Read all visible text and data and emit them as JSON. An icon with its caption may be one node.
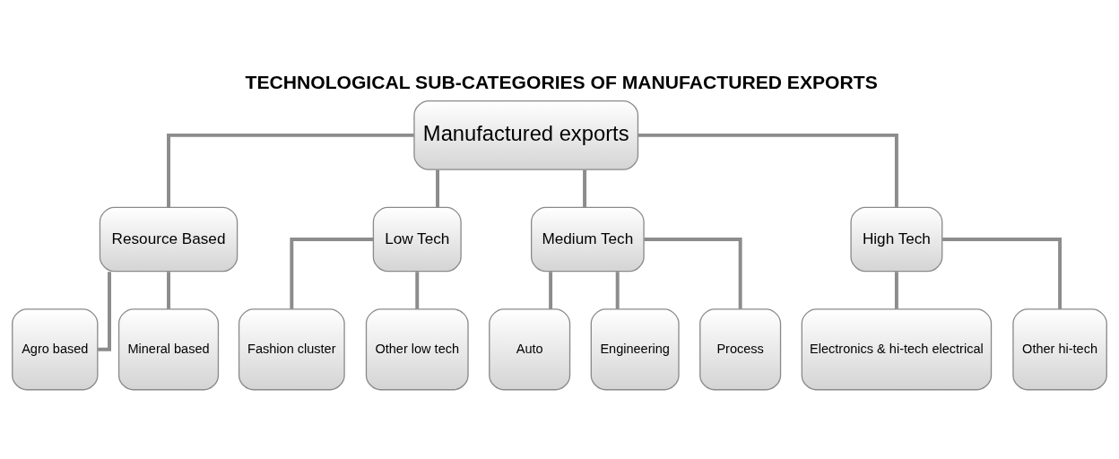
{
  "diagram": {
    "title": "TECHNOLOGICAL SUB-CATEGORIES OF MANUFACTURED EXPORTS",
    "nodes": [
      {
        "text": [
          "Manufactured exports"
        ]
      },
      {
        "text": [
          "Resource Based"
        ]
      },
      {
        "text": [
          "Low Tech"
        ]
      },
      {
        "text": [
          "Medium Tech"
        ]
      },
      {
        "text": [
          "High Tech"
        ]
      },
      {
        "text": [
          "Agro based"
        ]
      },
      {
        "text": [
          "Mineral based"
        ]
      },
      {
        "text": [
          "Fashion cluster"
        ]
      },
      {
        "text": [
          "Other low tech"
        ]
      },
      {
        "text": [
          "Auto"
        ]
      },
      {
        "text": [
          "Engineering"
        ]
      },
      {
        "text": [
          "Process"
        ]
      },
      {
        "text": [
          "Electronics & hi-tech electrical"
        ]
      },
      {
        "text": [
          "Other hi-tech"
        ]
      }
    ],
    "edges": [
      {
        "from": 0,
        "to": 1,
        "arrow": "none"
      },
      {
        "from": 0,
        "to": 2,
        "arrow": "none"
      },
      {
        "from": 0,
        "to": 3,
        "arrow": "none"
      },
      {
        "from": 0,
        "to": 4,
        "arrow": "none"
      },
      {
        "from": 1,
        "to": 5,
        "arrow": "none"
      },
      {
        "from": 1,
        "to": 6,
        "arrow": "none"
      },
      {
        "from": 2,
        "to": 7,
        "arrow": "none"
      },
      {
        "from": 2,
        "to": 8,
        "arrow": "none"
      },
      {
        "from": 3,
        "to": 9,
        "arrow": "none"
      },
      {
        "from": 3,
        "to": 10,
        "arrow": "none"
      },
      {
        "from": 3,
        "to": 11,
        "arrow": "none"
      },
      {
        "from": 4,
        "to": 12,
        "arrow": "none"
      },
      {
        "from": 4,
        "to": 13,
        "arrow": "none"
      }
    ]
  }
}
